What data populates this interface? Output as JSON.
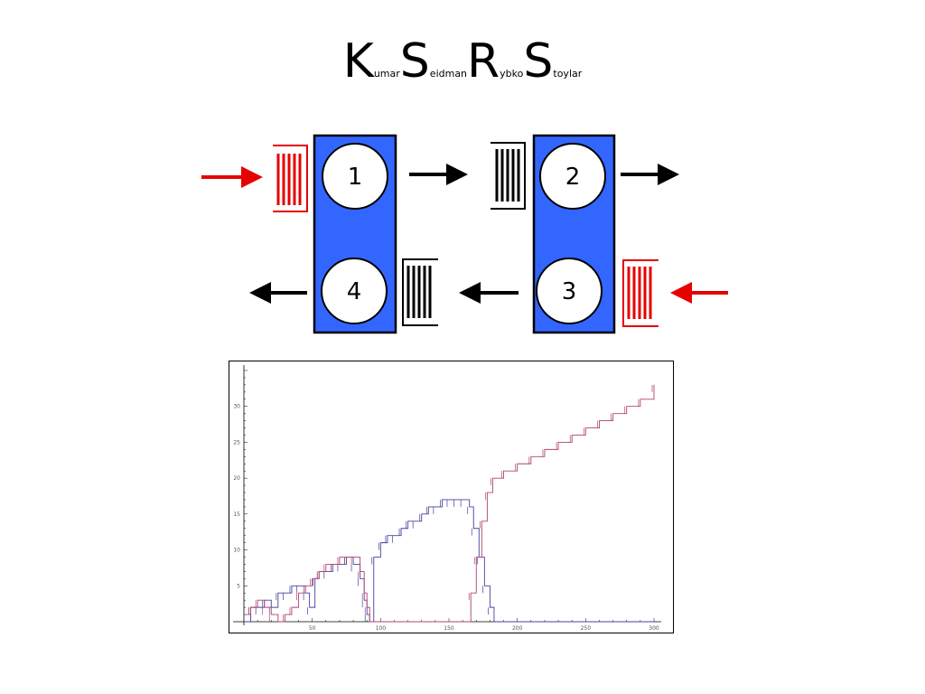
{
  "title": {
    "parts": [
      {
        "cap": "K",
        "sub": "umar"
      },
      {
        "cap": "S",
        "sub": "eidman"
      },
      {
        "cap": "R",
        "sub": "ybko"
      },
      {
        "cap": "S",
        "sub": "toylar"
      }
    ]
  },
  "diagram": {
    "nodes": [
      "1",
      "2",
      "3",
      "4"
    ],
    "colors": {
      "machine_fill": "#3366ff",
      "input_arrow": "#e60000",
      "buffer_red": "#e60000",
      "flow": "#000000"
    }
  },
  "chart_data": {
    "type": "line",
    "title": "",
    "xlabel": "",
    "ylabel": "",
    "xlim": [
      0,
      300
    ],
    "ylim": [
      0,
      35
    ],
    "x_ticks": [
      50,
      100,
      150,
      200,
      250,
      300
    ],
    "y_ticks": [
      5,
      10,
      15,
      20,
      25,
      30
    ],
    "grid": false,
    "series": [
      {
        "color": "#4040a0",
        "points": [
          [
            0,
            0
          ],
          [
            5,
            2
          ],
          [
            10,
            2
          ],
          [
            15,
            3
          ],
          [
            20,
            2
          ],
          [
            25,
            4
          ],
          [
            30,
            4
          ],
          [
            35,
            5
          ],
          [
            40,
            5
          ],
          [
            45,
            4
          ],
          [
            48,
            2
          ],
          [
            52,
            6
          ],
          [
            55,
            7
          ],
          [
            60,
            7
          ],
          [
            65,
            8
          ],
          [
            70,
            8
          ],
          [
            75,
            9
          ],
          [
            80,
            8
          ],
          [
            85,
            6
          ],
          [
            88,
            3
          ],
          [
            90,
            1
          ],
          [
            92,
            0
          ],
          [
            95,
            9
          ],
          [
            100,
            11
          ],
          [
            105,
            12
          ],
          [
            110,
            12
          ],
          [
            115,
            13
          ],
          [
            120,
            14
          ],
          [
            125,
            14
          ],
          [
            130,
            15
          ],
          [
            135,
            16
          ],
          [
            140,
            16
          ],
          [
            145,
            17
          ],
          [
            150,
            17
          ],
          [
            155,
            17
          ],
          [
            160,
            17
          ],
          [
            165,
            16
          ],
          [
            168,
            13
          ],
          [
            172,
            9
          ],
          [
            176,
            5
          ],
          [
            180,
            2
          ],
          [
            183,
            0
          ],
          [
            200,
            0
          ],
          [
            250,
            0
          ],
          [
            300,
            0
          ]
        ]
      },
      {
        "color": "#b04070",
        "points": [
          [
            0,
            1
          ],
          [
            5,
            2
          ],
          [
            10,
            3
          ],
          [
            15,
            2
          ],
          [
            20,
            1
          ],
          [
            25,
            0
          ],
          [
            30,
            1
          ],
          [
            35,
            2
          ],
          [
            40,
            4
          ],
          [
            45,
            5
          ],
          [
            50,
            6
          ],
          [
            55,
            7
          ],
          [
            60,
            8
          ],
          [
            65,
            8
          ],
          [
            70,
            9
          ],
          [
            75,
            9
          ],
          [
            80,
            9
          ],
          [
            85,
            7
          ],
          [
            88,
            4
          ],
          [
            90,
            2
          ],
          [
            92,
            0
          ],
          [
            150,
            0
          ],
          [
            162,
            0
          ],
          [
            166,
            4
          ],
          [
            170,
            9
          ],
          [
            174,
            14
          ],
          [
            178,
            18
          ],
          [
            182,
            20
          ],
          [
            190,
            21
          ],
          [
            200,
            22
          ],
          [
            210,
            23
          ],
          [
            220,
            24
          ],
          [
            230,
            25
          ],
          [
            240,
            26
          ],
          [
            250,
            27
          ],
          [
            260,
            28
          ],
          [
            270,
            29
          ],
          [
            280,
            30
          ],
          [
            290,
            31
          ],
          [
            300,
            33
          ]
        ]
      }
    ]
  }
}
